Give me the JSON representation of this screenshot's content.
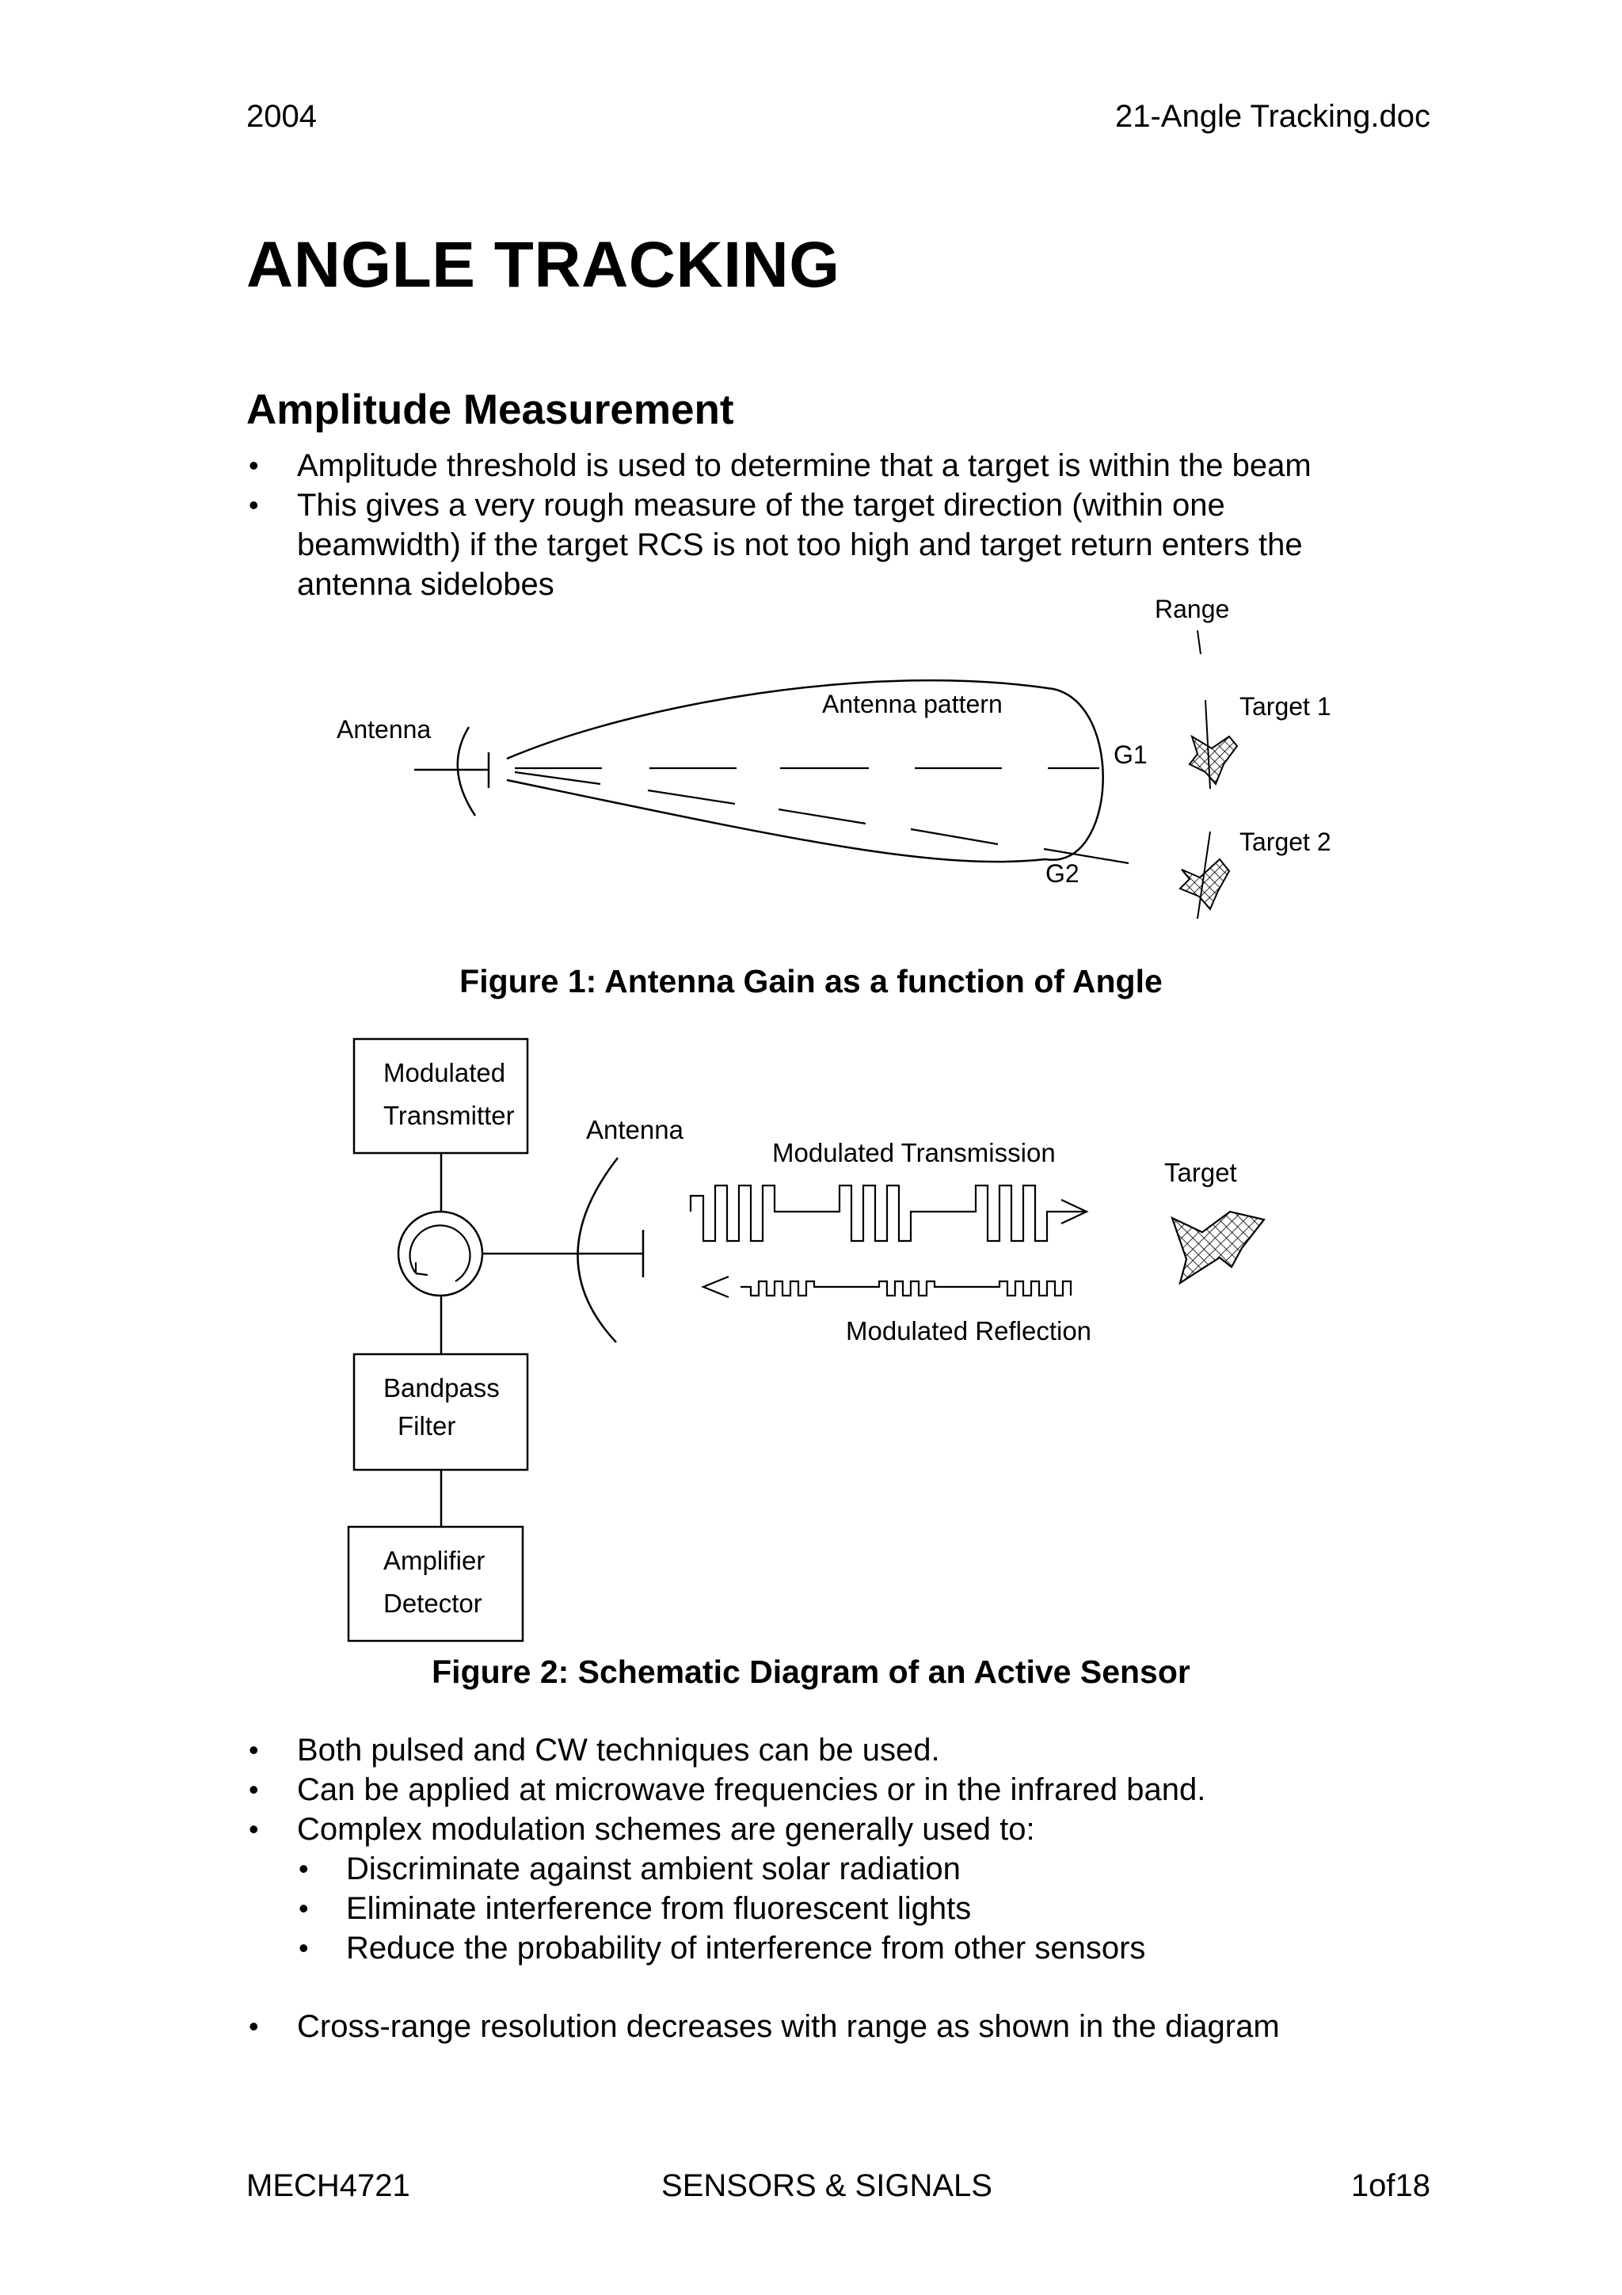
{
  "header": {
    "left": "2004",
    "right": "21-Angle Tracking.doc"
  },
  "title": "ANGLE TRACKING",
  "section": {
    "heading": "Amplitude Measurement",
    "bullets": [
      "Amplitude threshold is used to determine that a target is within the beam",
      "This gives a very rough measure of the target direction (within one beamwidth) if the target RCS is not too high and target return enters the antenna sidelobes"
    ]
  },
  "figure1": {
    "caption": "Figure 1: Antenna Gain as a function of Angle",
    "labels": {
      "antenna": "Antenna",
      "pattern": "Antenna pattern",
      "range": "Range",
      "target1": "Target 1",
      "target2": "Target 2",
      "g1": "G1",
      "g2": "G2"
    }
  },
  "figure2": {
    "caption": "Figure 2: Schematic Diagram of an Active Sensor",
    "labels": {
      "transmitter_line1": "Modulated",
      "transmitter_line2": "Transmitter",
      "antenna": "Antenna",
      "transmission": "Modulated Transmission",
      "target": "Target",
      "reflection": "Modulated Reflection",
      "filter_line1": "Bandpass",
      "filter_line2": "Filter",
      "amplifier_line1": "Amplifier",
      "amplifier_line2": "Detector"
    }
  },
  "bullets2": [
    "Both pulsed and CW techniques can be used.",
    "Can be applied at microwave frequencies or in the infrared band.",
    "Complex modulation schemes are generally used to:"
  ],
  "sub_bullets": [
    "Discriminate against ambient solar radiation",
    "Eliminate interference from fluorescent lights",
    "Reduce the probability of interference from other sensors"
  ],
  "final_bullet": "Cross-range resolution decreases with range as shown in the diagram",
  "footer": {
    "left": "MECH4721",
    "center": "SENSORS & SIGNALS",
    "right": "1of18"
  }
}
